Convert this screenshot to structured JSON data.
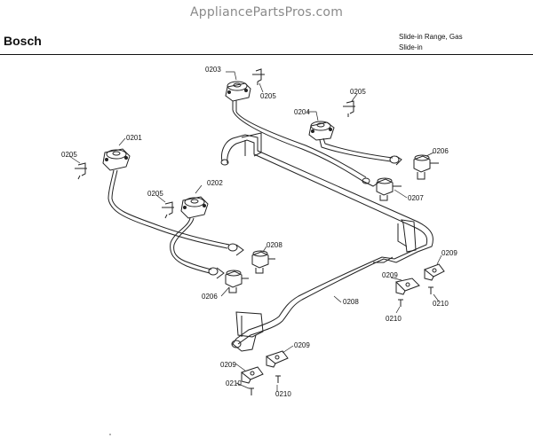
{
  "watermark": "AppliancePartsPros.com",
  "header": {
    "brand": "Bosch",
    "line1": "Slide-in Range, Gas",
    "line2": "Slide-in"
  },
  "labels": {
    "burner_201": "0201",
    "burner_202": "0202",
    "burner_203": "0203",
    "burner_204": "0204",
    "clip_205_a": "0205",
    "clip_205_b": "0205",
    "clip_205_c": "0205",
    "clip_205_d": "0205",
    "valve_206_a": "0206",
    "valve_206_b": "0206",
    "valve_207": "0207",
    "pipe_208_a": "0208",
    "pipe_208_b": "0208",
    "bracket_209_a": "0209",
    "bracket_209_b": "0209",
    "bracket_209_c": "0209",
    "bracket_209_d": "0209",
    "screw_210_a": "0210",
    "screw_210_b": "0210",
    "screw_210_c": "0210",
    "screw_210_d": "0210"
  }
}
